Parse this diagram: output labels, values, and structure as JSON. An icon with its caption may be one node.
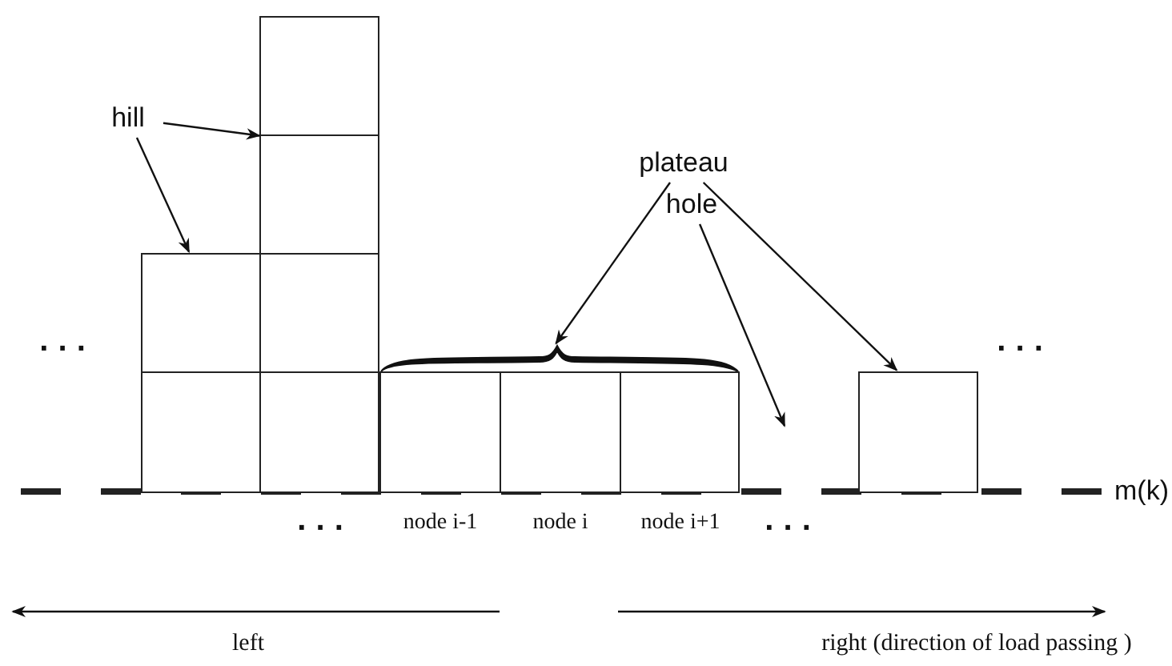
{
  "diagram": {
    "nodes": [
      {
        "text": [
          "hill"
        ]
      },
      {
        "text": [
          "plateau"
        ]
      },
      {
        "text": [
          "hole"
        ]
      },
      {
        "text": [],
        "shape": "box"
      },
      {
        "text": [],
        "shape": "box"
      },
      {
        "text": [],
        "shape": "box"
      },
      {
        "text": [],
        "shape": "box"
      },
      {
        "text": [],
        "shape": "box"
      },
      {
        "text": [],
        "shape": "box"
      },
      {
        "text": [],
        "shape": "brace"
      },
      {
        "text": [],
        "shape": "box"
      },
      {
        "text": [],
        "shape": "box"
      },
      {
        "text": [],
        "shape": "box"
      },
      {
        "text": [],
        "shape": "box"
      }
    ],
    "edges": [
      {
        "from": 0,
        "to": 6,
        "arrow": "to"
      },
      {
        "from": 0,
        "to": 3,
        "arrow": "to"
      },
      {
        "from": 1,
        "to": 9,
        "arrow": "to"
      },
      {
        "from": 1,
        "to": 13,
        "arrow": "to"
      },
      {
        "from": 2,
        "to": null,
        "arrow": "to"
      }
    ],
    "labels": [
      "· · ·",
      "· · ·",
      "· · ·",
      "node i-1",
      "node i",
      "node i+1",
      "· · ·",
      "m(k)",
      "left",
      "right (direction of load passing )"
    ]
  }
}
